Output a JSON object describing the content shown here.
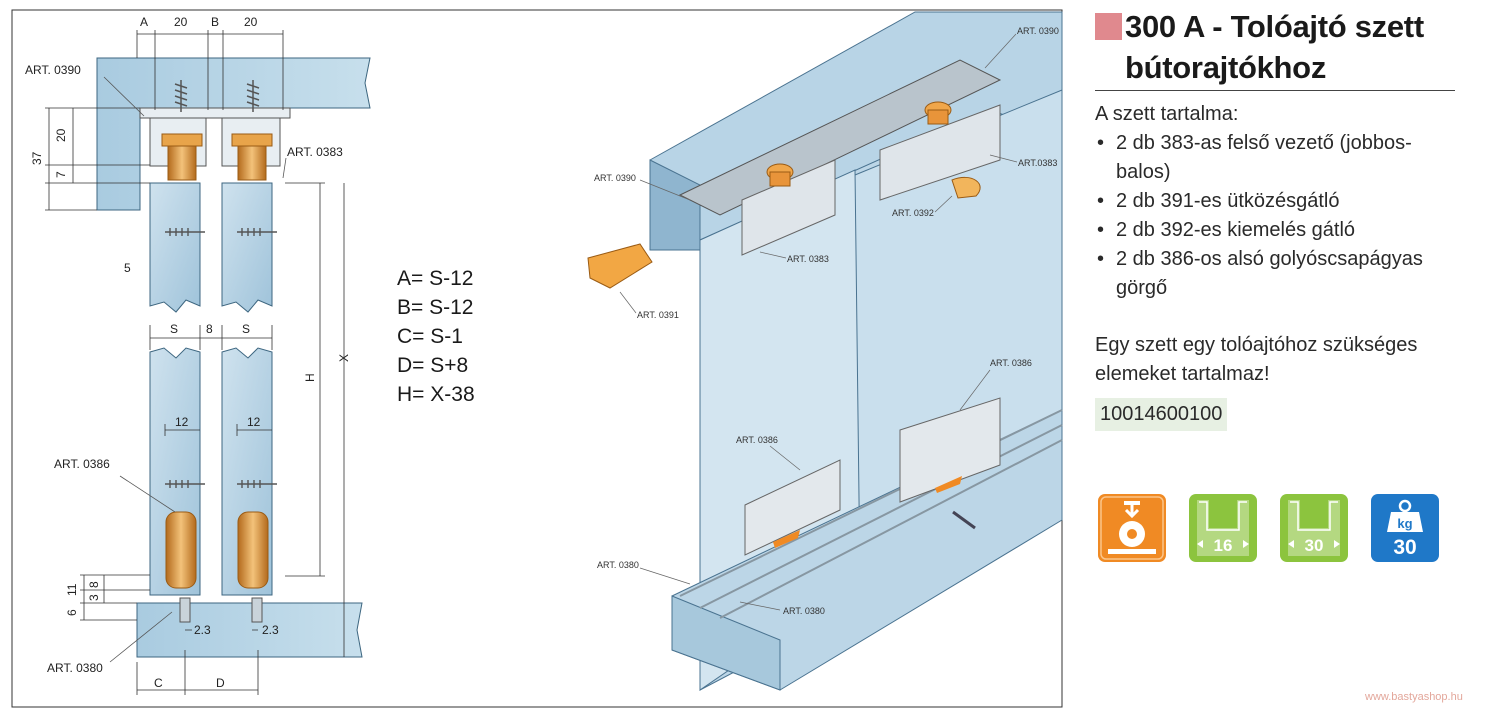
{
  "diagram": {
    "dims": {
      "A": "A",
      "B": "B",
      "d20a": "20",
      "d20b": "20",
      "d37": "37",
      "d20v": "20",
      "d7": "7",
      "d5": "5",
      "S1": "S",
      "d8": "8",
      "S2": "S",
      "d12a": "12",
      "d12b": "12",
      "H": "H",
      "X": "X",
      "d11": "11",
      "d3": "3",
      "d8v": "8",
      "d6": "6",
      "d23a": "2.3",
      "d23b": "2.3",
      "C": "C",
      "D": "D"
    },
    "labels": {
      "art0390": "ART. 0390",
      "art0383": "ART. 0383",
      "art0386": "ART. 0386",
      "art0380": "ART. 0380",
      "iso0390a": "ART. 0390",
      "iso0390b": "ART. 0390",
      "iso0383a": "ART.0383",
      "iso0383b": "ART. 0383",
      "iso0392": "ART. 0392",
      "iso0391": "ART. 0391",
      "iso0386a": "ART. 0386",
      "iso0386b": "ART. 0386",
      "iso0380a": "ART. 0380",
      "iso0380b": "ART. 0380"
    },
    "formulas": [
      "A= S-12",
      "B= S-12",
      "C= S-1",
      "D= S+8",
      "H= X-38"
    ]
  },
  "product": {
    "title": "300 A - Tolóajtó szett bútorajtókhoz",
    "contents_heading": "A szett tartalma:",
    "items": [
      "2 db 383-as felső vezető (jobbos-balos)",
      "2 db 391-es ütközésgátló",
      "2 db 392-es kiemelés gátló",
      "2 db 386-os alsó golyóscsapágyas görgő"
    ],
    "note": "Egy szett egy tolóajtóhoz szükséges elemeket tartalmaz!",
    "code": "10014600100",
    "badges": {
      "track16": "16",
      "track30": "30",
      "kg_unit": "kg",
      "kg_value": "30"
    },
    "colors": {
      "title_square": "#e0898e",
      "orange": "#f08a24",
      "green": "#8cc43e",
      "blue": "#1f78c8",
      "code_bg": "#e7f0e3"
    },
    "icon_names": [
      "bottom-roller-icon",
      "track-16-icon",
      "track-30-icon",
      "weight-30kg-icon"
    ]
  },
  "footer": {
    "site": "www.bastyashop.hu"
  }
}
